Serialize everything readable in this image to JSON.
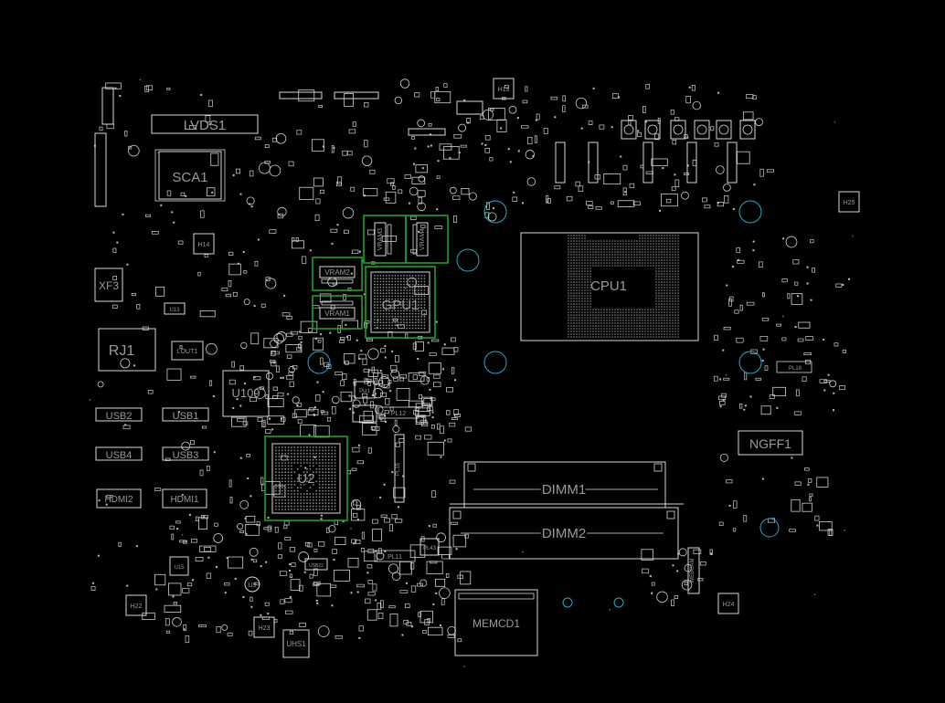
{
  "labels": {
    "lvds1": "LVDS1",
    "sca1": "SCA1",
    "xf3": "XF3",
    "rj1": "RJ1",
    "u109": "U109",
    "usb2": "USB2",
    "usb1": "USB1",
    "usb4": "USB4",
    "usb3": "USB3",
    "hdmi2": "HDMI2",
    "hdmi1": "HDMI1",
    "u2": "U2",
    "vram2": "VRAM2",
    "vram1": "VRAM1",
    "vram3": "VRAM3",
    "vram4": "VRAM4",
    "gpu1": "GPU1",
    "cpu1": "CPU1",
    "dimm1": "DIMM1",
    "dimm2": "DIMM2",
    "ngff1": "NGFF1",
    "memcd1": "MEMCD1",
    "uhs1": "UHS1",
    "pl11": "PL11",
    "pl12": "PL12",
    "pl18": "PL18",
    "pl15": "PL15",
    "pl43": "PL43",
    "pu1": "PU1",
    "h13": "H13",
    "h14": "H14",
    "h22": "H22",
    "h23": "H23",
    "h24": "H24",
    "h25": "H25",
    "webcam": "WEBCAM",
    "lout1": "LOUT1",
    "u13": "U13",
    "u9": "U9",
    "u15": "U15",
    "usb22": "USB22"
  },
  "colors": {
    "background": "#000000",
    "silkscreen": "#d8d8d8",
    "label": "#9a9a9a",
    "highlight": "#1fa02a",
    "mounting_hole": "#2aa6c8"
  }
}
